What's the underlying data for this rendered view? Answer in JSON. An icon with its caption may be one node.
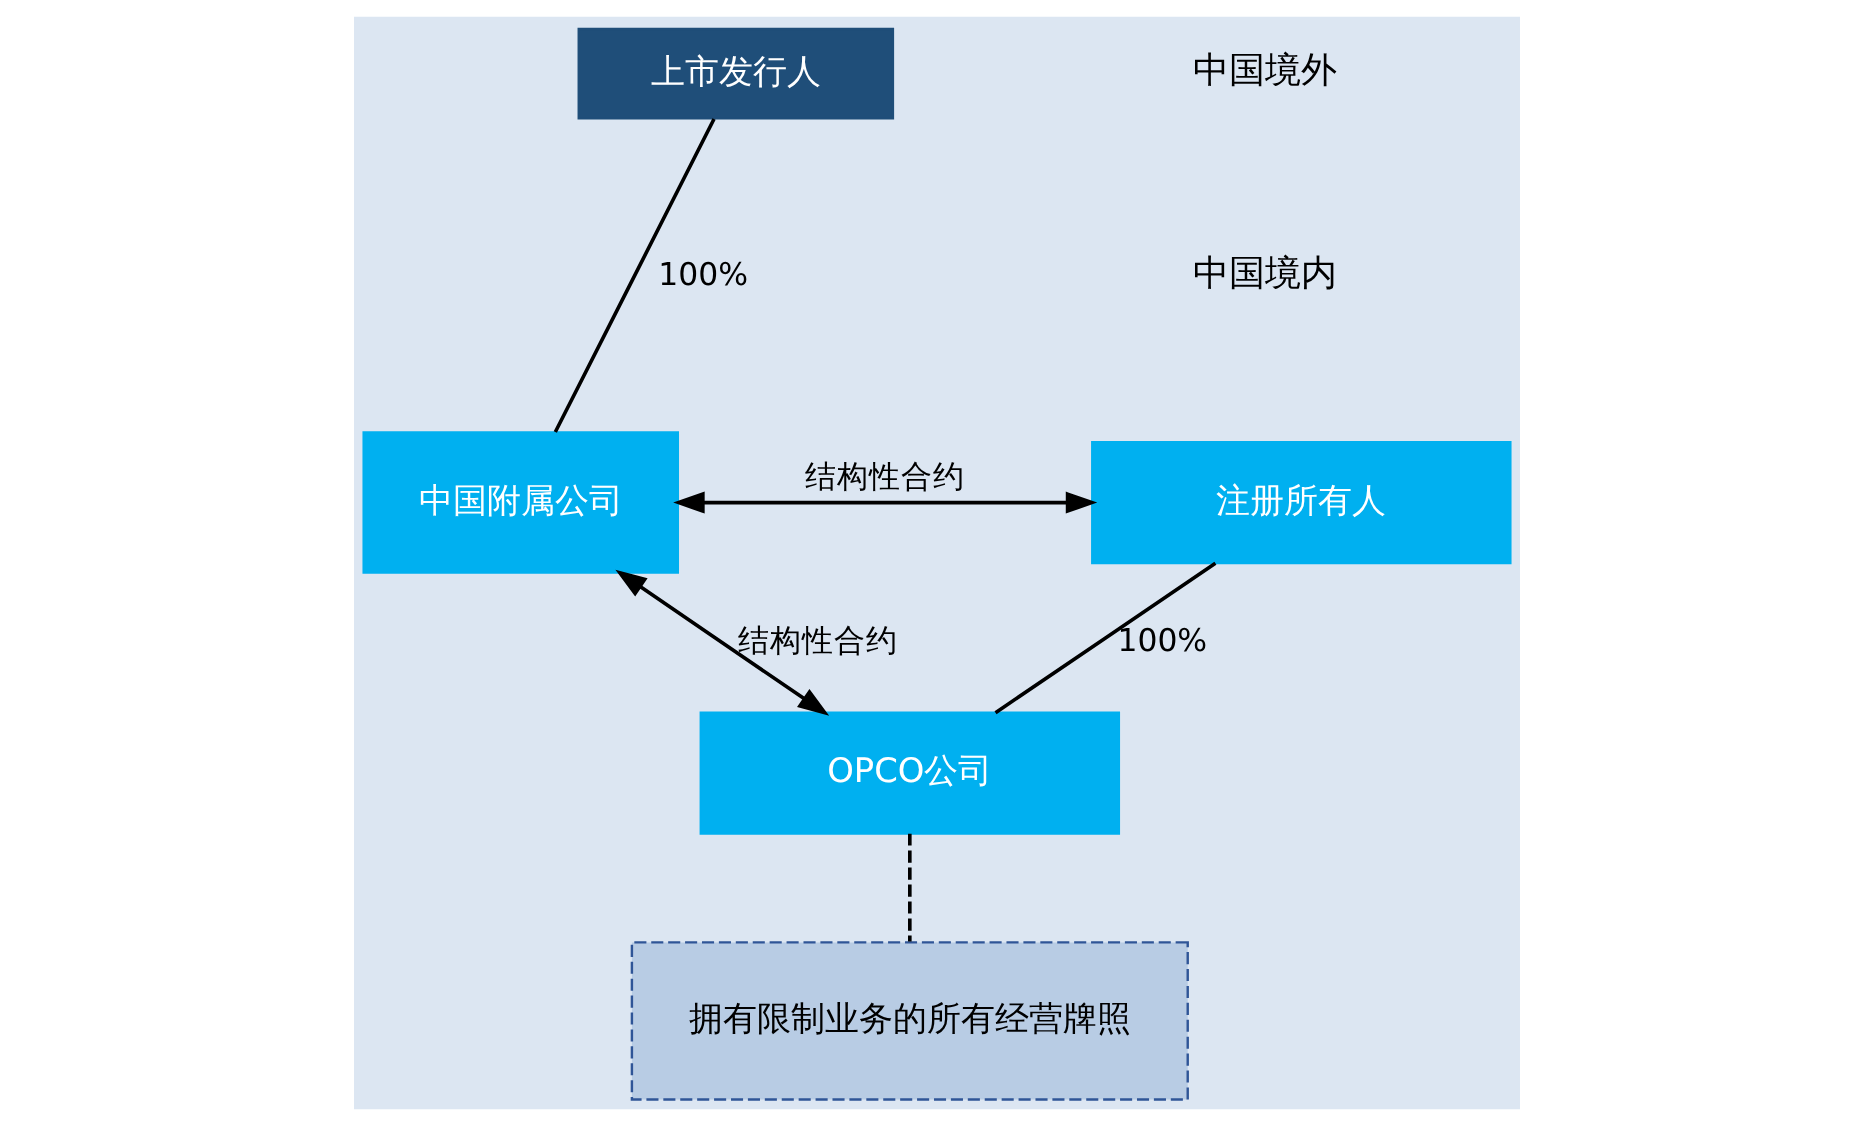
{
  "diagram": {
    "nodes": [
      {
        "text": [
          "上市发行人"
        ]
      },
      {
        "text": [
          "中国附属公司"
        ]
      },
      {
        "text": [
          "注册所有人"
        ]
      },
      {
        "text": [
          "OPCO公司"
        ]
      },
      {
        "text": [
          "拥有限制业务的所有经营牌照"
        ]
      }
    ],
    "edges": [
      {
        "from": 0,
        "to": 1,
        "arrow": "none",
        "label": "100%"
      },
      {
        "from": 1,
        "to": 2,
        "arrow": "both",
        "label": "结构性合约"
      },
      {
        "from": 1,
        "to": 3,
        "arrow": "both",
        "label": "结构性合约"
      },
      {
        "from": 2,
        "to": 3,
        "arrow": "none",
        "label": "100%"
      },
      {
        "from": 3,
        "to": 4,
        "arrow": "none",
        "style": "dashed"
      }
    ],
    "labels": [
      "中国境外",
      "中国境内"
    ]
  }
}
